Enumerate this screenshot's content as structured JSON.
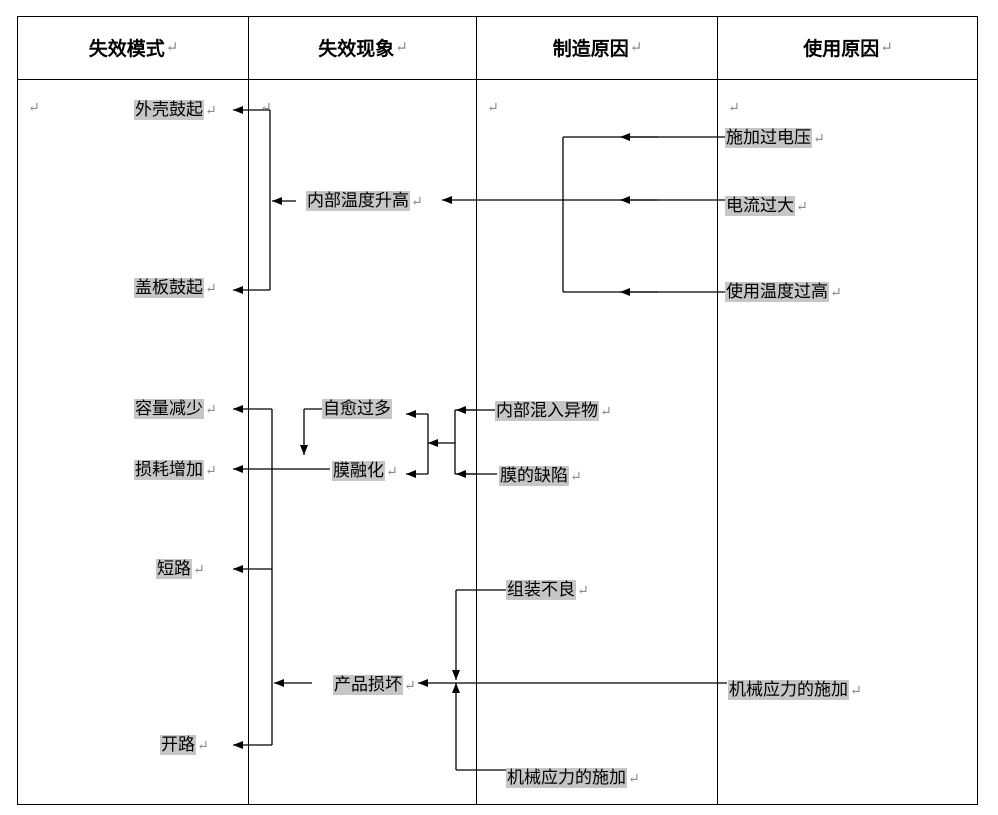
{
  "headers": {
    "mode": "失效模式",
    "phenomenon": "失效现象",
    "mfg_cause": "制造原因",
    "use_cause": "使用原因"
  },
  "return_mark": "↵",
  "modes": {
    "shell_bulge": "外壳鼓起",
    "cover_bulge": "盖板鼓起",
    "capacity_decrease": "容量减少",
    "loss_increase": "损耗增加",
    "short_circuit": "短路",
    "open_circuit": "开路"
  },
  "phenomena": {
    "internal_temp_rise": "内部温度升高",
    "self_healing_excess": "自愈过多",
    "film_melting": "膜融化",
    "product_damage": "产品损坏"
  },
  "mfg_causes": {
    "internal_foreign_matter": "内部混入异物",
    "film_defect": "膜的缺陷",
    "poor_assembly": "组装不良",
    "mechanical_stress": "机械应力的施加"
  },
  "use_causes": {
    "overvoltage": "施加过电压",
    "overcurrent": "电流过大",
    "over_temperature": "使用温度过高",
    "mechanical_stress": "机械应力的施加"
  }
}
